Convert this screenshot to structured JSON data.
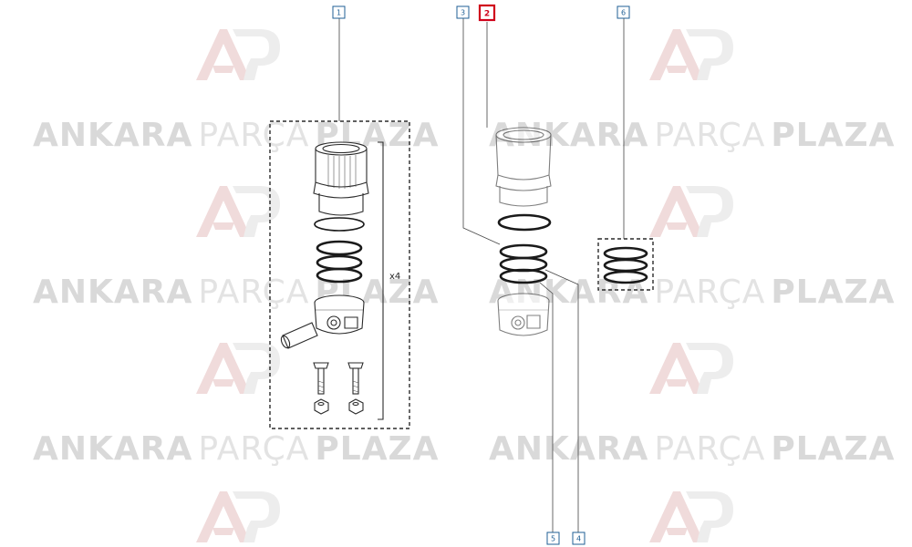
{
  "watermark": {
    "word_strong_1": "ANKARA",
    "word_light": "PARÇA",
    "word_strong_2": "PLAZA",
    "logo_color": "#c81e1e"
  },
  "callouts": {
    "kit": "1",
    "liner": "2",
    "ring_top": "3",
    "ring_set_ref": "4",
    "piston_ref": "5",
    "ring_set": "6"
  },
  "selected_callout": "2",
  "quantity_label": "x4",
  "colors": {
    "callout_border": "#1f5f95",
    "selected_border": "#d0021b",
    "line_art": "#2a2a2a"
  }
}
